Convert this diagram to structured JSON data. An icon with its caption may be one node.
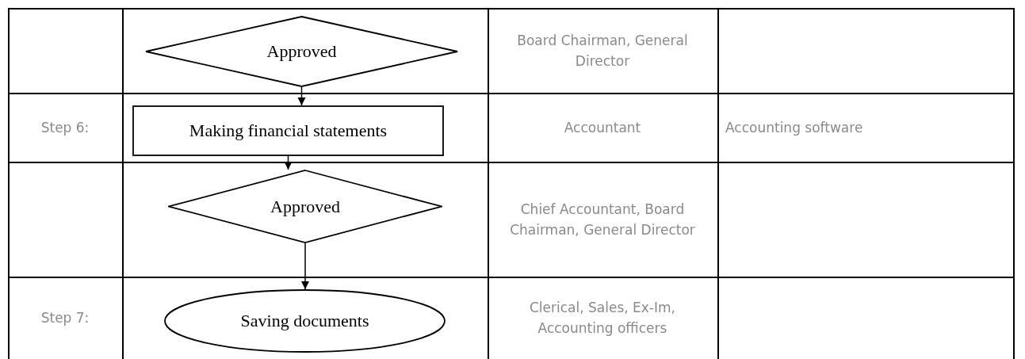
{
  "diagram": {
    "nodes": [
      {
        "text": [
          "Approved"
        ]
      },
      {
        "text": [
          "Making financial statements"
        ]
      },
      {
        "text": [
          "Approved"
        ]
      },
      {
        "text": [
          "Saving documents"
        ]
      }
    ],
    "edges": [
      {
        "from": 0,
        "to": 1,
        "arrow": "to"
      },
      {
        "from": 1,
        "to": 2,
        "arrow": "to"
      },
      {
        "from": 2,
        "to": 3,
        "arrow": "to"
      }
    ],
    "labels": [
      "Board Chairman, General Director",
      "Step 6:",
      "Accountant",
      "Accounting software",
      "Chief Accountant, Board Chairman, General Director",
      "Step 7:",
      "Clerical, Sales, Ex-Im, Accounting officers"
    ]
  }
}
